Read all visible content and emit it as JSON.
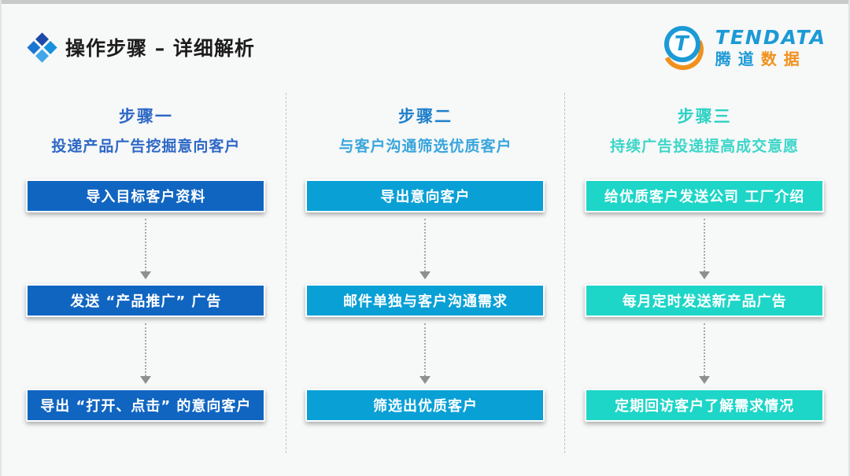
{
  "page": {
    "background": "#f7f8f8",
    "top_strip_color": "#c9c9c9"
  },
  "header": {
    "title": "操作步骤 – 详细解析",
    "title_icon": "four-diamonds-icon",
    "icon_colors": [
      "#1d49a8",
      "#1591dd",
      "#1c77d2",
      "#42a7e8"
    ]
  },
  "logo": {
    "brand_en": "TENDATA",
    "brand_cn_blue": "腾道",
    "brand_cn_orange": "数据",
    "letter_mark": "T",
    "blue": "#1b9ad6",
    "orange": "#f0911d"
  },
  "arrow": {
    "style": "dotted-vertical-down-arrow",
    "color": "#8f8f8f"
  },
  "columns": [
    {
      "step_title": "步骤一",
      "subtitle": "投递产品广告挖掘意向客户",
      "title_color": "#2d68c5",
      "subtitle_color": "#2d68c5",
      "box_color": "#1065c1",
      "boxes": [
        "导入目标客户资料",
        "发送 “产品推广” 广告",
        "导出 “打开、点击” 的意向客户"
      ]
    },
    {
      "step_title": "步骤二",
      "subtitle": "与客户沟通筛选优质客户",
      "title_color": "#1e7fca",
      "subtitle_color": "#38a5dc",
      "box_color": "#09a0d6",
      "boxes": [
        "导出意向客户",
        "邮件单独与客户沟通需求",
        "筛选出优质客户"
      ]
    },
    {
      "step_title": "步骤三",
      "subtitle": "持续广告投递提高成交意愿",
      "title_color": "#2bd2c4",
      "subtitle_color": "#3cd6c8",
      "box_color": "#1dd6c8",
      "boxes": [
        "给优质客户发送公司 工厂介绍",
        "每月定时发送新产品广告",
        "定期回访客户了解需求情况"
      ]
    }
  ]
}
